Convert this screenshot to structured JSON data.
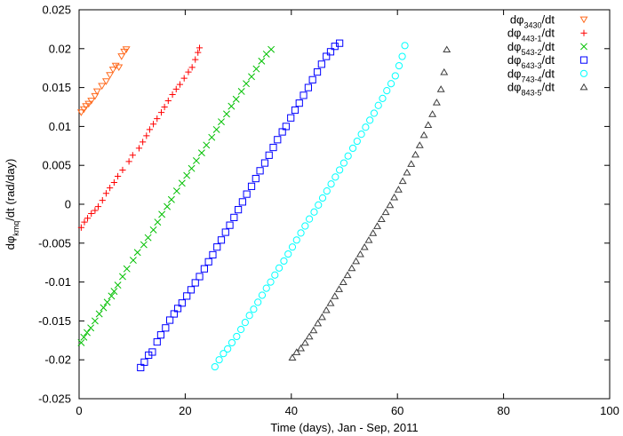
{
  "chart_data": {
    "type": "scatter",
    "xlabel": "Time (days), Jan - Sep, 2011",
    "ylabel": {
      "pre": "d",
      "phi": "φ",
      "sub": "kmq",
      "post": "/dt (rad/day)"
    },
    "xlim": [
      0,
      100
    ],
    "ylim": [
      -0.025,
      0.025
    ],
    "xticks": [
      0,
      20,
      40,
      60,
      80,
      100
    ],
    "xtick_labels": [
      "0",
      "20",
      "40",
      "60",
      "80",
      "100"
    ],
    "yticks": [
      -0.025,
      -0.02,
      -0.015,
      -0.01,
      -0.005,
      0,
      0.005,
      0.01,
      0.015,
      0.02,
      0.025
    ],
    "ytick_labels": [
      "-0.025",
      "-0.02",
      "-0.015",
      "-0.01",
      "-0.005",
      "0",
      "0.005",
      "0.01",
      "0.015",
      "0.02",
      "0.025"
    ],
    "grid": false,
    "legend_position": "top-right",
    "series": [
      {
        "name": "dφ3430/dt",
        "label_pre": "dφ",
        "label_sub": "3430",
        "label_post": "/dt",
        "marker": "triangle-down",
        "color": "#ff6a1e",
        "points": [
          [
            0.4,
            0.0118
          ],
          [
            0.9,
            0.0122
          ],
          [
            1.3,
            0.0126
          ],
          [
            1.8,
            0.0129
          ],
          [
            2.3,
            0.0133
          ],
          [
            3.0,
            0.0139
          ],
          [
            3.4,
            0.0145
          ],
          [
            4.3,
            0.0152
          ],
          [
            5.1,
            0.0158
          ],
          [
            5.8,
            0.0166
          ],
          [
            6.4,
            0.0173
          ],
          [
            6.9,
            0.0178
          ],
          [
            7.5,
            0.0176
          ],
          [
            8.0,
            0.019
          ],
          [
            8.5,
            0.0196
          ],
          [
            8.9,
            0.0199
          ]
        ]
      },
      {
        "name": "dφ443-1/dt",
        "label_pre": "dφ",
        "label_sub": "443-1",
        "label_post": "/dt",
        "marker": "plus",
        "color": "#ff0000",
        "points": [
          [
            0.4,
            -0.003
          ],
          [
            1.0,
            -0.0023
          ],
          [
            1.6,
            -0.0018
          ],
          [
            2.3,
            -0.0012
          ],
          [
            3.0,
            -0.0008
          ],
          [
            3.6,
            -0.0003
          ],
          [
            4.4,
            0.0005
          ],
          [
            5.1,
            0.0014
          ],
          [
            5.8,
            0.0021
          ],
          [
            6.6,
            0.0028
          ],
          [
            7.3,
            0.0036
          ],
          [
            8.2,
            0.0044
          ],
          [
            9.4,
            0.0055
          ],
          [
            10.1,
            0.0063
          ],
          [
            11.3,
            0.0072
          ],
          [
            12.0,
            0.008
          ],
          [
            12.7,
            0.0088
          ],
          [
            13.3,
            0.0096
          ],
          [
            14.0,
            0.0103
          ],
          [
            14.7,
            0.011
          ],
          [
            15.5,
            0.0118
          ],
          [
            16.1,
            0.0125
          ],
          [
            16.8,
            0.0133
          ],
          [
            17.6,
            0.0141
          ],
          [
            18.3,
            0.0148
          ],
          [
            19.0,
            0.0154
          ],
          [
            19.8,
            0.0162
          ],
          [
            20.6,
            0.017
          ],
          [
            21.3,
            0.0176
          ],
          [
            21.9,
            0.0186
          ],
          [
            22.4,
            0.0195
          ],
          [
            22.7,
            0.0201
          ]
        ]
      },
      {
        "name": "dφ543-2/dt",
        "label_pre": "dφ",
        "label_sub": "543-2",
        "label_post": "/dt",
        "marker": "cross",
        "color": "#00c000",
        "points": [
          [
            0.4,
            -0.0178
          ],
          [
            0.9,
            -0.0171
          ],
          [
            1.5,
            -0.0165
          ],
          [
            2.2,
            -0.0159
          ],
          [
            3.0,
            -0.015
          ],
          [
            3.8,
            -0.0141
          ],
          [
            4.6,
            -0.0133
          ],
          [
            5.3,
            -0.0126
          ],
          [
            6.1,
            -0.0118
          ],
          [
            6.6,
            -0.0112
          ],
          [
            7.3,
            -0.0104
          ],
          [
            8.2,
            -0.0093
          ],
          [
            9.0,
            -0.0083
          ],
          [
            10.2,
            -0.0072
          ],
          [
            11.0,
            -0.0062
          ],
          [
            12.2,
            -0.0052
          ],
          [
            13.0,
            -0.0043
          ],
          [
            14.0,
            -0.0033
          ],
          [
            14.8,
            -0.0023
          ],
          [
            15.6,
            -0.0013
          ],
          [
            16.6,
            -0.0003
          ],
          [
            17.4,
            0.0006
          ],
          [
            18.4,
            0.0017
          ],
          [
            19.4,
            0.0027
          ],
          [
            20.3,
            0.0037
          ],
          [
            21.2,
            0.0046
          ],
          [
            22.1,
            0.0056
          ],
          [
            23.1,
            0.0066
          ],
          [
            24.0,
            0.0076
          ],
          [
            25.0,
            0.0086
          ],
          [
            25.9,
            0.0096
          ],
          [
            26.8,
            0.0106
          ],
          [
            27.8,
            0.0116
          ],
          [
            28.7,
            0.0126
          ],
          [
            29.6,
            0.0135
          ],
          [
            30.6,
            0.0145
          ],
          [
            31.5,
            0.0155
          ],
          [
            32.5,
            0.0164
          ],
          [
            33.4,
            0.0174
          ],
          [
            34.4,
            0.0184
          ],
          [
            35.3,
            0.0193
          ],
          [
            36.2,
            0.0199
          ]
        ]
      },
      {
        "name": "dφ643-3/dt",
        "label_pre": "dφ",
        "label_sub": "643-3",
        "label_post": "/dt",
        "marker": "square",
        "color": "#0000ff",
        "points": [
          [
            11.6,
            -0.021
          ],
          [
            12.3,
            -0.0203
          ],
          [
            13.1,
            -0.0194
          ],
          [
            13.8,
            -0.019
          ],
          [
            14.7,
            -0.0177
          ],
          [
            15.4,
            -0.0168
          ],
          [
            16.3,
            -0.0159
          ],
          [
            17.1,
            -0.0149
          ],
          [
            17.9,
            -0.0141
          ],
          [
            18.6,
            -0.0134
          ],
          [
            19.4,
            -0.0127
          ],
          [
            20.3,
            -0.0118
          ],
          [
            21.1,
            -0.011
          ],
          [
            21.9,
            -0.0101
          ],
          [
            22.7,
            -0.0093
          ],
          [
            23.6,
            -0.0083
          ],
          [
            24.4,
            -0.0074
          ],
          [
            25.2,
            -0.0065
          ],
          [
            26.0,
            -0.0055
          ],
          [
            26.8,
            -0.0046
          ],
          [
            27.6,
            -0.0036
          ],
          [
            28.4,
            -0.0027
          ],
          [
            29.2,
            -0.0017
          ],
          [
            30.0,
            -0.0007
          ],
          [
            30.8,
            0.0003
          ],
          [
            31.6,
            0.0013
          ],
          [
            32.5,
            0.0023
          ],
          [
            33.3,
            0.0033
          ],
          [
            34.1,
            0.0043
          ],
          [
            35.0,
            0.0053
          ],
          [
            35.8,
            0.0063
          ],
          [
            36.6,
            0.0073
          ],
          [
            37.4,
            0.0083
          ],
          [
            38.3,
            0.0093
          ],
          [
            39.0,
            0.01
          ],
          [
            39.9,
            0.0111
          ],
          [
            40.7,
            0.0121
          ],
          [
            41.5,
            0.013
          ],
          [
            42.3,
            0.014
          ],
          [
            43.2,
            0.015
          ],
          [
            44.0,
            0.016
          ],
          [
            44.9,
            0.017
          ],
          [
            45.7,
            0.018
          ],
          [
            46.6,
            0.019
          ],
          [
            47.4,
            0.0196
          ],
          [
            48.2,
            0.0203
          ],
          [
            49.1,
            0.0207
          ]
        ]
      },
      {
        "name": "dφ743-4/dt",
        "label_pre": "dφ",
        "label_sub": "743-4",
        "label_post": "/dt",
        "marker": "circle",
        "color": "#00ffff",
        "points": [
          [
            25.6,
            -0.0209
          ],
          [
            26.4,
            -0.02
          ],
          [
            27.2,
            -0.0192
          ],
          [
            28.0,
            -0.0186
          ],
          [
            28.8,
            -0.0178
          ],
          [
            29.7,
            -0.017
          ],
          [
            30.5,
            -0.0161
          ],
          [
            31.3,
            -0.0152
          ],
          [
            32.1,
            -0.0143
          ],
          [
            32.9,
            -0.0135
          ],
          [
            33.7,
            -0.0126
          ],
          [
            34.5,
            -0.0117
          ],
          [
            35.3,
            -0.0108
          ],
          [
            36.1,
            -0.01
          ],
          [
            36.9,
            -0.0091
          ],
          [
            37.7,
            -0.0082
          ],
          [
            38.6,
            -0.0073
          ],
          [
            39.4,
            -0.0064
          ],
          [
            40.2,
            -0.0055
          ],
          [
            41.0,
            -0.0046
          ],
          [
            41.8,
            -0.0037
          ],
          [
            42.6,
            -0.0028
          ],
          [
            43.4,
            -0.0019
          ],
          [
            44.3,
            -0.001
          ],
          [
            45.1,
            -0.0001
          ],
          [
            45.9,
            0.0008
          ],
          [
            46.7,
            0.0017
          ],
          [
            47.5,
            0.0026
          ],
          [
            48.3,
            0.0035
          ],
          [
            49.1,
            0.0044
          ],
          [
            49.9,
            0.0053
          ],
          [
            50.7,
            0.0062
          ],
          [
            51.6,
            0.0072
          ],
          [
            52.4,
            0.0081
          ],
          [
            53.2,
            0.009
          ],
          [
            54.0,
            0.0099
          ],
          [
            54.8,
            0.0108
          ],
          [
            55.6,
            0.0117
          ],
          [
            56.4,
            0.0127
          ],
          [
            57.2,
            0.0136
          ],
          [
            58.0,
            0.0146
          ],
          [
            58.8,
            0.0155
          ],
          [
            59.6,
            0.0165
          ],
          [
            60.3,
            0.0178
          ],
          [
            60.9,
            0.019
          ],
          [
            61.4,
            0.0204
          ]
        ]
      },
      {
        "name": "dφ843-5/dt",
        "label_pre": "dφ",
        "label_sub": "843-5",
        "label_post": "/dt",
        "marker": "triangle-up",
        "color": "#3c3c3c",
        "points": [
          [
            40.2,
            -0.0197
          ],
          [
            41.0,
            -0.019
          ],
          [
            41.8,
            -0.0185
          ],
          [
            42.6,
            -0.0178
          ],
          [
            43.4,
            -0.017
          ],
          [
            44.2,
            -0.0162
          ],
          [
            45.0,
            -0.0153
          ],
          [
            45.8,
            -0.0145
          ],
          [
            46.6,
            -0.0136
          ],
          [
            47.4,
            -0.0127
          ],
          [
            48.2,
            -0.0118
          ],
          [
            49.0,
            -0.0109
          ],
          [
            49.8,
            -0.01
          ],
          [
            50.6,
            -0.0091
          ],
          [
            51.4,
            -0.0082
          ],
          [
            52.2,
            -0.0073
          ],
          [
            53.0,
            -0.0064
          ],
          [
            53.8,
            -0.0055
          ],
          [
            54.6,
            -0.0046
          ],
          [
            55.4,
            -0.0037
          ],
          [
            56.2,
            -0.0028
          ],
          [
            57.0,
            -0.0019
          ],
          [
            57.8,
            -0.001
          ],
          [
            58.6,
            -0.0001
          ],
          [
            59.4,
            0.0009
          ],
          [
            60.2,
            0.0019
          ],
          [
            61.0,
            0.003
          ],
          [
            61.8,
            0.0041
          ],
          [
            62.6,
            0.0052
          ],
          [
            63.4,
            0.0064
          ],
          [
            64.2,
            0.0076
          ],
          [
            65.0,
            0.0089
          ],
          [
            65.8,
            0.0102
          ],
          [
            66.6,
            0.0116
          ],
          [
            67.4,
            0.0131
          ],
          [
            68.2,
            0.0148
          ],
          [
            68.8,
            0.017
          ],
          [
            69.3,
            0.0199
          ]
        ]
      }
    ]
  }
}
